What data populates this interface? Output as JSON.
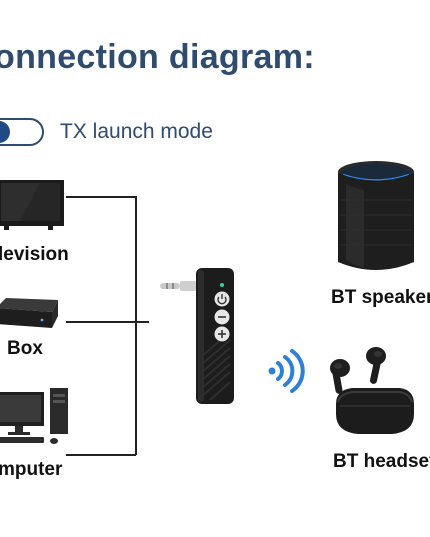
{
  "title": "onnection diagram:",
  "mode": {
    "label": "TX launch mode"
  },
  "sources": [
    {
      "label": "levision",
      "icon": "television-icon"
    },
    {
      "label": "Box",
      "icon": "set-top-box-icon"
    },
    {
      "label": "mputer",
      "icon": "desktop-computer-icon"
    }
  ],
  "transmitter": {
    "icon": "bluetooth-transmitter-icon",
    "buttons": [
      "power",
      "minus",
      "plus"
    ]
  },
  "signal": {
    "icon": "wireless-signal-icon"
  },
  "targets": [
    {
      "label": "BT speaker",
      "icon": "bluetooth-speaker-icon"
    },
    {
      "label": "BT headset",
      "icon": "bluetooth-earbuds-icon"
    }
  ],
  "colors": {
    "title": "#2f4b6e",
    "accent": "#1f4a86",
    "signal": "#2e7fd6",
    "device": "#1c1c1c"
  }
}
